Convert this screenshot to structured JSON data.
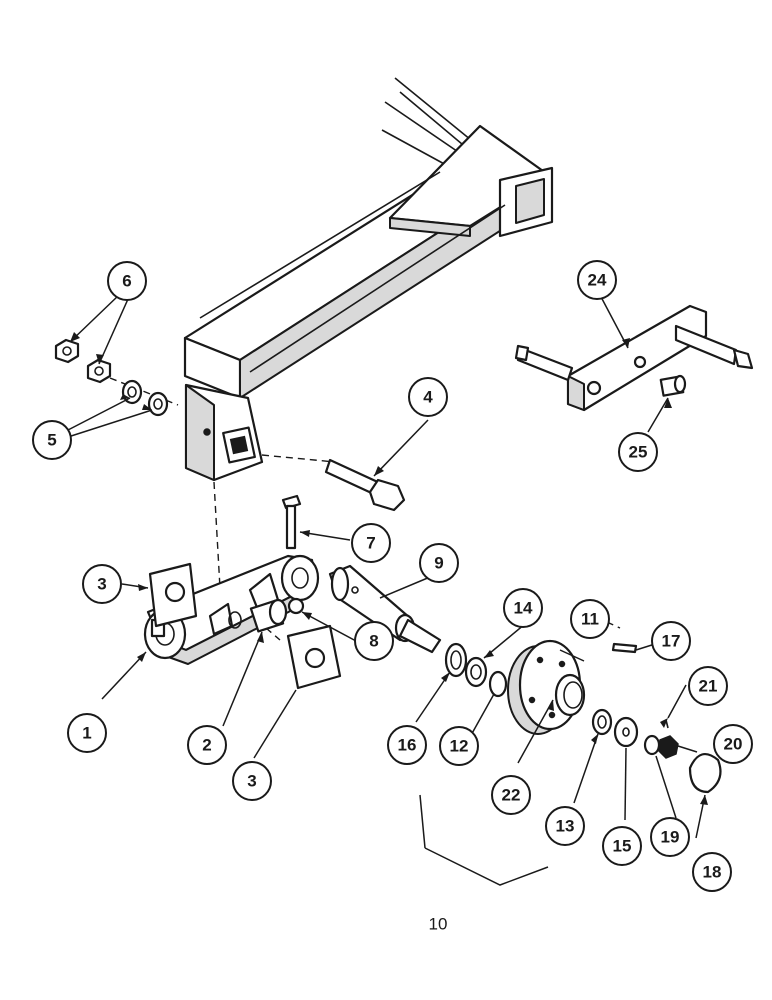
{
  "callouts": {
    "c1": "1",
    "c2": "2",
    "c3a": "3",
    "c3b": "3",
    "c4": "4",
    "c5": "5",
    "c6": "6",
    "c7": "7",
    "c8": "8",
    "c9": "9",
    "c11": "11",
    "c12": "12",
    "c13": "13",
    "c14": "14",
    "c15": "15",
    "c16": "16",
    "c17": "17",
    "c18": "18",
    "c19": "19",
    "c20": "20",
    "c21": "21",
    "c22": "22",
    "c24": "24",
    "c25": "25"
  },
  "group_label": "10"
}
